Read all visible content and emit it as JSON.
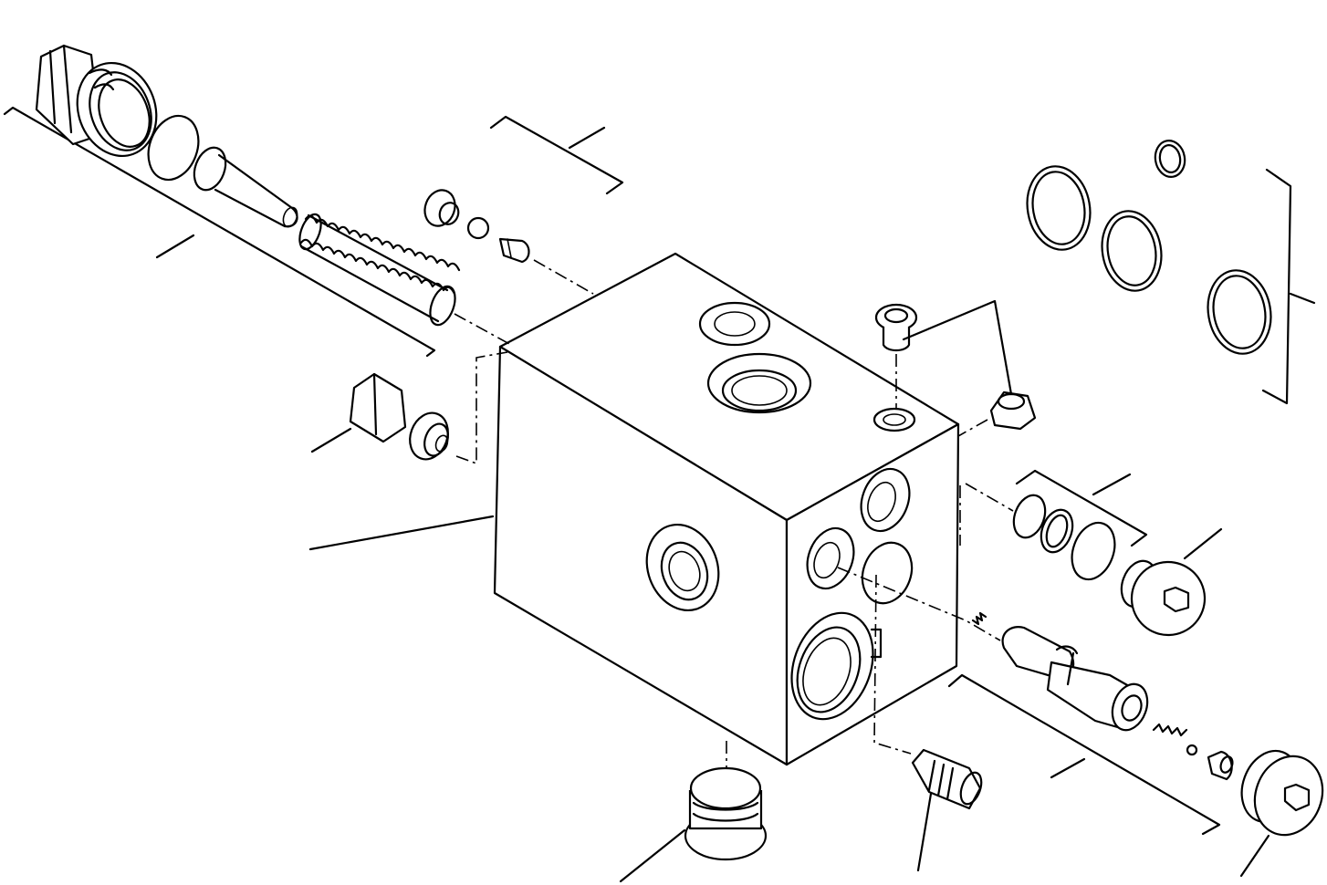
{
  "diagram": {
    "kind": "exploded parts illustration",
    "line_color": "#000000",
    "background": "#ffffff",
    "parts": [
      "valve-block",
      "relief-valve-cartridge",
      "relief-valve-o-ring",
      "relief-valve-poppet",
      "relief-valve-spring",
      "pilot-plug",
      "pilot-ball",
      "pilot-seat",
      "check-valve-plug",
      "o-ring-set",
      "top-hex-plug",
      "side-hex-plug",
      "seal-kit",
      "front-plug",
      "spool-assembly",
      "small-spring",
      "small-ball",
      "small-seat",
      "lower-right-plug",
      "bottom-plug",
      "bottom-screw-plug"
    ]
  }
}
